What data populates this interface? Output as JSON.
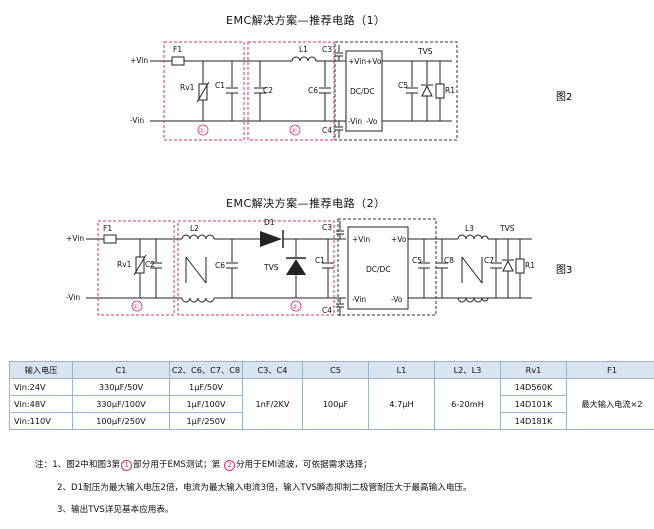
{
  "diagram1": {
    "title": "EMC解决方案—推荐电路（1）",
    "fig_label": "图2",
    "labels": {
      "vin_pos": "+Vin",
      "vin_neg": "-Vin",
      "f1": "F1",
      "rv1": "Rv1",
      "c1": "C1",
      "c2": "C2",
      "l1": "L1",
      "c6": "C6",
      "c3": "C3",
      "c4": "C4",
      "c5": "C5",
      "tvs": "TVS",
      "r1": "R1",
      "mod_vin_pos": "+Vin",
      "mod_vo_pos": "+Vo",
      "mod_vin_neg": "-Vin",
      "mod_vo_neg": "-Vo",
      "module": "DC/DC",
      "marker1": "①",
      "marker2": "②"
    }
  },
  "diagram2": {
    "title": "EMC解决方案—推荐电路（2）",
    "fig_label": "图3",
    "labels": {
      "vin_pos": "+Vin",
      "vin_neg": "-Vin",
      "f1": "F1",
      "rv1": "Rv1",
      "c2": "C2",
      "l2": "L2",
      "c6": "C6",
      "d1": "D1",
      "tvs_in": "TVS",
      "c1": "C1",
      "c3": "C3",
      "c4": "C4",
      "c5": "C5",
      "c8": "C8",
      "l3": "L3",
      "c7": "C7",
      "tvs": "TVS",
      "r1": "R1",
      "mod_vin_pos": "+Vin",
      "mod_vo_pos": "+Vo",
      "mod_vin_neg": "-Vin",
      "mod_vo_neg": "-Vo",
      "module": "DC/DC",
      "marker1": "①",
      "marker2": "②"
    }
  },
  "table": {
    "headers": [
      "输入电压",
      "C1",
      "C2、C6、C7、C8",
      "C3、C4",
      "C5",
      "L1",
      "L2、L3",
      "Rv1",
      "F1"
    ],
    "rows": [
      {
        "voltage": "Vin:24V",
        "c1": "330μF/50V",
        "c2": "1μF/50V",
        "rv1": "14D560K"
      },
      {
        "voltage": "Vin:48V",
        "c1": "330μF/100V",
        "c2": "1μF/100V",
        "rv1": "14D101K"
      },
      {
        "voltage": "Vin:110V",
        "c1": "100μF/250V",
        "c2": "1μF/250V",
        "rv1": "14D181K"
      }
    ],
    "shared": {
      "c3c4": "1nF/2KV",
      "c5": "100μF",
      "l1": "4.7μH",
      "l2l3": "6-20mH",
      "f1": "最大输入电流×2"
    }
  },
  "notes": {
    "n1_a": "注：1、图2中和图3第",
    "n1_m1": "1",
    "n1_b": "部分用于EMS测试；第",
    "n1_m2": "2",
    "n1_c": "分用于EMI滤波，可依据需求选择；",
    "n2": "2、D1耐压为最大输入电压2倍，电流为最大输入电流3倍，输入TVS瞬态抑制二极管耐压大于最高输入电压。",
    "n3": "3、输出TVS详见基本应用表。"
  }
}
